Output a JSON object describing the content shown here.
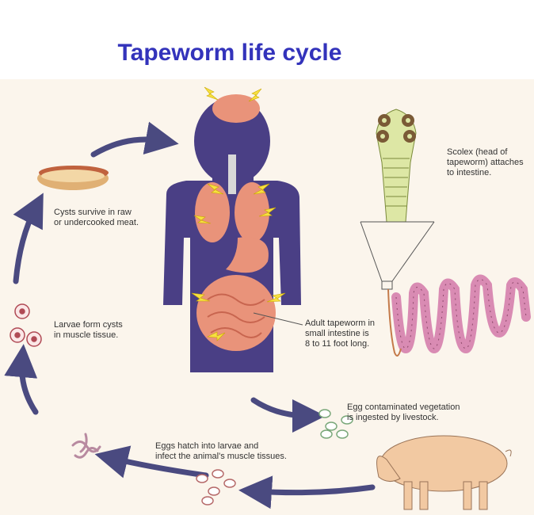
{
  "title": "Tapeworm life cycle",
  "colors": {
    "title": "#3333bb",
    "body_silhouette": "#4a3f85",
    "organs": "#e9937a",
    "cycle_arrows": "#4a4a80",
    "lightning": "#f7e040",
    "scolex": "#dde7a5",
    "worm": "#d98bb3",
    "pig": "#f2c9a2"
  },
  "labels": {
    "cysts_meat": [
      "Cysts survive in raw",
      "or undercooked meat."
    ],
    "larvae_cysts": [
      "Larvae form cysts",
      "in muscle tissue."
    ],
    "scolex": [
      "Scolex (head of",
      "tapeworm) attaches",
      "to intestine."
    ],
    "adult": [
      "Adult tapeworm in",
      "small intestine is",
      "8 to 11 foot long."
    ],
    "egg_vegetation": [
      "Egg contaminated vegetation",
      "is ingested by livestock."
    ],
    "eggs_hatch": [
      "Eggs hatch into larvae and",
      "infect the animal's muscle tissues."
    ]
  }
}
